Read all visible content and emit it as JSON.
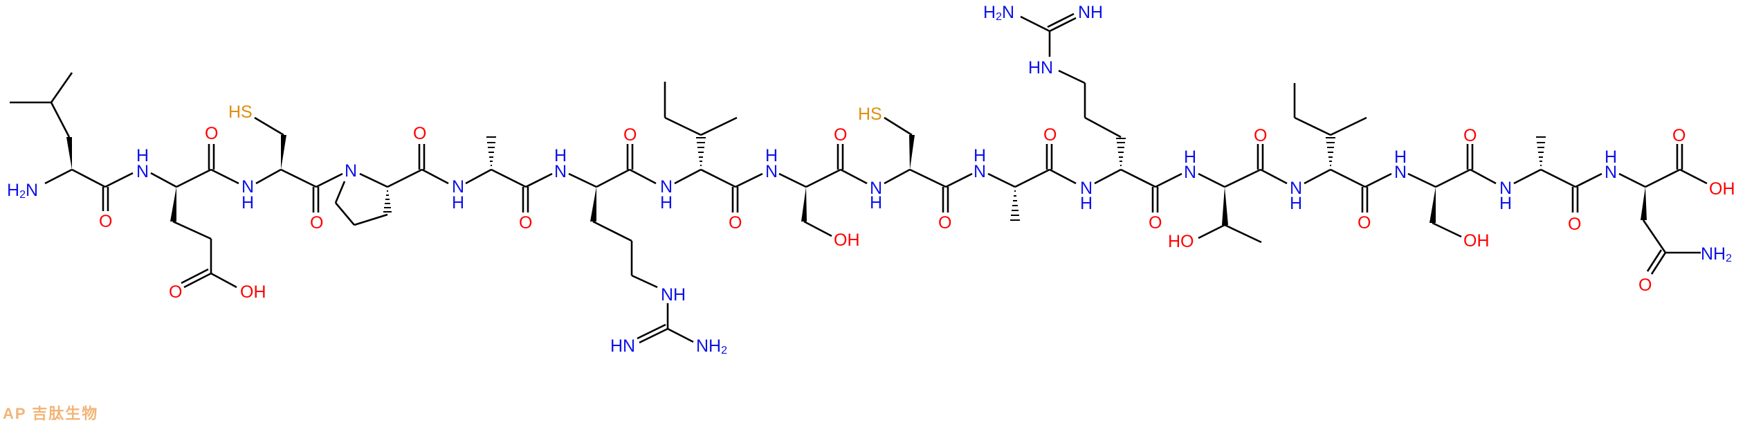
{
  "molecule": {
    "type": "peptide",
    "sequence": [
      "Leu",
      "Glu",
      "Cys",
      "Pro",
      "D-Ala",
      "Arg",
      "D-Ile",
      "Ser",
      "Cys",
      "D-Ala",
      "D-Arg",
      "Thr",
      "D-Ile",
      "Ser",
      "D-Ala",
      "Asn"
    ],
    "n_terminus_label": "H2N",
    "c_terminus_label": "OH"
  },
  "colors": {
    "nitrogen": "#0c12e8",
    "oxygen": "#ff0000",
    "sulfur": "#e08e10",
    "bond": "#000000",
    "watermark": "#f0a860"
  },
  "labels": {
    "O": "O",
    "OH": "OH",
    "HO": "HO",
    "N": "N",
    "H": "H",
    "NH": "NH",
    "HN": "HN",
    "NH2": "NH",
    "H2N_H": "H",
    "sub2": "2",
    "HS": "HS",
    "S": "S"
  },
  "watermark": {
    "text": "AP 吉肽生物"
  }
}
